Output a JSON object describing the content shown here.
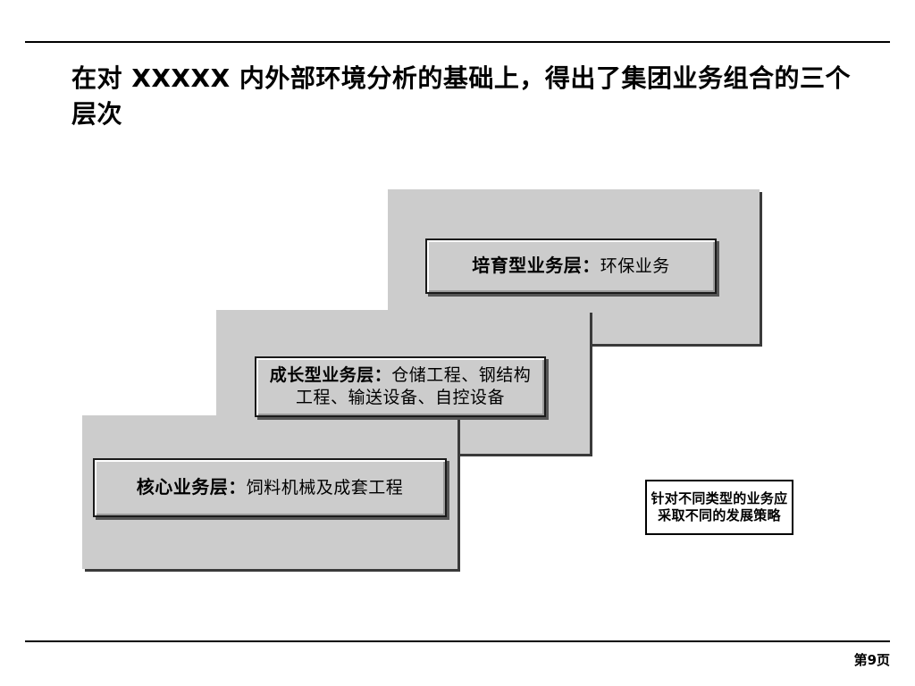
{
  "slide": {
    "title": "在对 XXXXX 内外部环境分析的基础上，得出了集团业务组合的三个层次",
    "page_number": "第9页"
  },
  "layers": [
    {
      "id": "nurture",
      "label": "培育型业务层：",
      "value": "环保业务",
      "fill_color": "#cccccc"
    },
    {
      "id": "growth",
      "label": "成长型业务层：",
      "value": "仓储工程、钢结构工程、输送设备、自控设备",
      "fill_color": "#cccccc"
    },
    {
      "id": "core",
      "label": "核心业务层：",
      "value": "饲料机械及成套工程",
      "fill_color": "#cccccc"
    }
  ],
  "note": {
    "text": "针对不同类型的业务应采取不同的发展策略"
  }
}
